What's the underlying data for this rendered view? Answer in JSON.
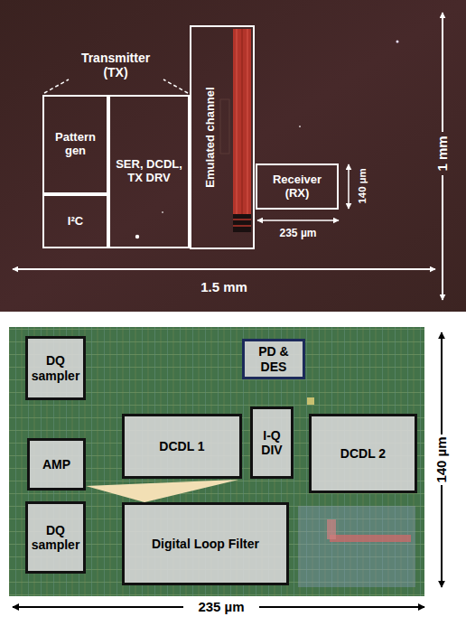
{
  "diagram": {
    "nodes": [
      {
        "text": [
          "Pattern gen"
        ]
      },
      {
        "text": [
          "SER, DCDL, TX DRV"
        ]
      },
      {
        "text": [
          "Emulated channel"
        ]
      },
      {
        "text": [
          "Receiver (RX)"
        ]
      },
      {
        "text": [
          "I²C"
        ]
      },
      {
        "text": [
          "DQ sampler"
        ]
      },
      {
        "text": [
          "PD & DES"
        ]
      },
      {
        "text": [
          "AMP"
        ]
      },
      {
        "text": [
          "DCDL 1"
        ]
      },
      {
        "text": [
          "I-Q DIV"
        ]
      },
      {
        "text": [
          "DCDL 2"
        ]
      },
      {
        "text": [
          "DQ sampler"
        ]
      },
      {
        "text": [
          "Digital Loop Filter"
        ]
      }
    ],
    "labels": [
      "Transmitter (TX)",
      "1 mm",
      "1.5 mm",
      "140 µm",
      "235 µm",
      "140 µm",
      "235 µm"
    ]
  }
}
